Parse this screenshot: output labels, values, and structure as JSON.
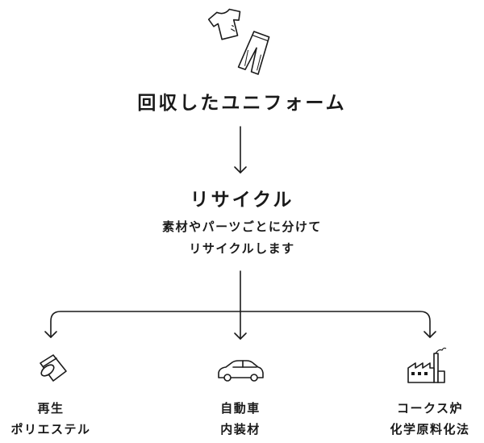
{
  "source": {
    "title": "回収したユニフォーム",
    "icons": [
      "tshirt-icon",
      "pants-icon"
    ]
  },
  "process": {
    "title": "リサイクル",
    "desc_line1": "素材やパーツごとに分けて",
    "desc_line2": "リサイクルします"
  },
  "outputs": [
    {
      "icon": "fabric-roll-icon",
      "line1": "再生",
      "line2": "ポリエステル"
    },
    {
      "icon": "car-icon",
      "line1": "自動車",
      "line2": "内装材"
    },
    {
      "icon": "factory-icon",
      "line1": "コークス炉",
      "line2": "化学原料化法"
    }
  ]
}
